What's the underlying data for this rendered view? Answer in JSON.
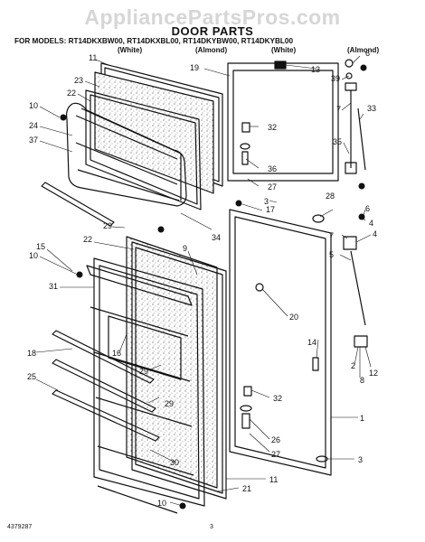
{
  "watermark": "AppliancePartsPros.com",
  "title": "DOOR PARTS",
  "models": "FOR MODELS: RT14DKXBW00, RT14DKXBL00, RT14DKYBW00, RT14DKYBL00",
  "color_notes": [
    "(White)",
    "(Almond)",
    "(White)",
    "(Almond)"
  ],
  "part_labels": [
    "11",
    "23",
    "22",
    "10",
    "24",
    "37",
    "29",
    "15",
    "10",
    "31",
    "22",
    "9",
    "18",
    "16",
    "25",
    "29",
    "29",
    "30",
    "10",
    "19",
    "13",
    "6",
    "39",
    "7",
    "33",
    "32",
    "35",
    "36",
    "27",
    "3",
    "17",
    "34",
    "28",
    "6",
    "4",
    "7",
    "5",
    "20",
    "14",
    "2",
    "8",
    "12",
    "32",
    "1",
    "26",
    "27",
    "3",
    "11",
    "21",
    "4"
  ],
  "footer": {
    "doc_number": "4379287",
    "page": "3"
  }
}
